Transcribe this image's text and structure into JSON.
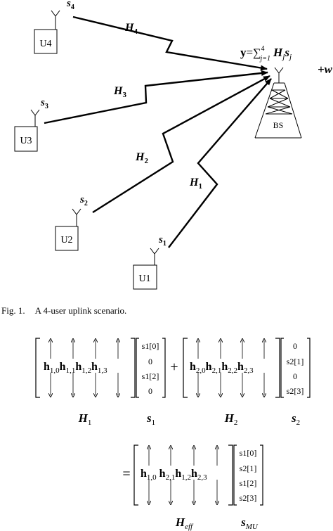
{
  "scenario": {
    "users": [
      {
        "id": "U4",
        "signal": "s",
        "signal_sub": "4",
        "channel": "H",
        "channel_sub": "4"
      },
      {
        "id": "U3",
        "signal": "s",
        "signal_sub": "3",
        "channel": "H",
        "channel_sub": "3"
      },
      {
        "id": "U2",
        "signal": "s",
        "signal_sub": "2",
        "channel": "H",
        "channel_sub": "2"
      },
      {
        "id": "U1",
        "signal": "s",
        "signal_sub": "1",
        "channel": "H",
        "channel_sub": "1"
      }
    ],
    "base_station": "BS",
    "equation": {
      "lhs": "y",
      "eq": "=",
      "sum": "∑",
      "sum_lower": "j=1",
      "sum_upper": "4",
      "H": "H",
      "s": "s",
      "index": "j",
      "plus_w": "+w"
    }
  },
  "caption": {
    "label": "Fig. 1.",
    "text": "A 4-user uplink scenario."
  },
  "matrices": {
    "top": {
      "H1_cols": [
        "h",
        "1,0",
        "h",
        "1,1",
        "h",
        "1,2",
        "h",
        "1,3"
      ],
      "s1_entries": [
        "s1[0]",
        "0",
        "s1[2]",
        "0"
      ],
      "plus": "+",
      "H2_cols": [
        "h",
        "2,0",
        "h",
        "2,1",
        "h",
        "2,2",
        "h",
        "2,3"
      ],
      "s2_entries": [
        "0",
        "s2[1]",
        "0",
        "s2[3]"
      ],
      "labels": {
        "H1": "H",
        "H1_sub": "1",
        "s1": "s",
        "s1_sub": "1",
        "H2": "H",
        "H2_sub": "2",
        "s2": "s",
        "s2_sub": "2"
      }
    },
    "bottom": {
      "eq": "=",
      "Heff_cols": [
        "h",
        "1,0",
        "h",
        "2,1",
        "h",
        "1,2",
        "h",
        "2,3"
      ],
      "smu_entries": [
        "s1[0]",
        "s2[1]",
        "s1[2]",
        "s2[3]"
      ],
      "labels": {
        "Heff": "H",
        "Heff_sub": "eff",
        "smu": "s",
        "smu_sub": "MU"
      }
    }
  }
}
